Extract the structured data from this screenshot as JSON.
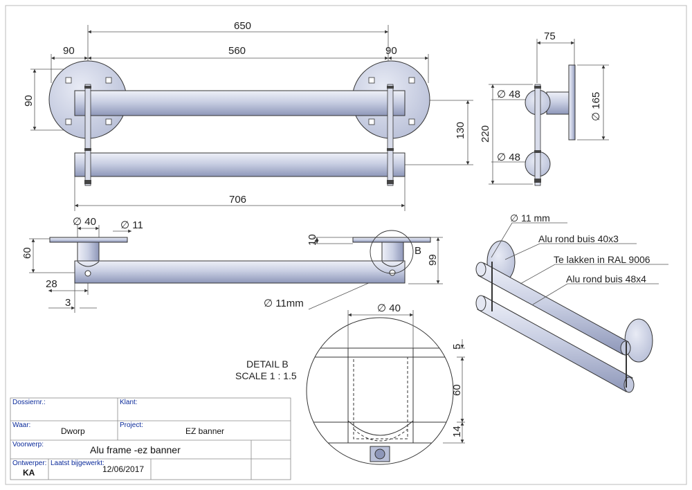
{
  "colors": {
    "line": "#333333",
    "tube": "#c9cfe3",
    "tube_dark": "#9aa3c4",
    "plate": "#d6dbea",
    "label_blue": "#0a2a9a"
  },
  "top_view": {
    "dims": {
      "overall": "650",
      "left_flange": "90",
      "middle": "560",
      "right_flange": "90",
      "flange_height": "90",
      "spacing": "130",
      "tube_length": "706"
    }
  },
  "side_view": {
    "dims": {
      "width": "75",
      "dia_upper": "∅ 48",
      "dia_lower": "∅ 48",
      "height": "220",
      "flange_dia": "∅ 165"
    }
  },
  "front_view": {
    "dims": {
      "pipe_dia": "∅ 40",
      "hole_dia": "∅ 11",
      "height": "60",
      "offset": "28",
      "small": "3",
      "plate_thk": "10",
      "total": "99",
      "callout_hole": "∅ 11mm",
      "detail_marker": "B"
    }
  },
  "iso_view": {
    "labels": {
      "hole": "∅ 11 mm",
      "tube1": "Alu rond buis 40x3",
      "paint": "Te lakken in RAL 9006",
      "tube2": "Alu rond buis 48x4"
    }
  },
  "detail_b": {
    "title": "DETAIL B",
    "scale": "SCALE 1 : 1.5",
    "dims": {
      "dia": "∅ 40",
      "top": "5",
      "mid": "60",
      "bottom": "14"
    }
  },
  "title_block": {
    "dossier_label": "Dossiernr.:",
    "klant_label": "Klant:",
    "waar_label": "Waar:",
    "waar_value": "Dworp",
    "project_label": "Project:",
    "project_value": "EZ banner",
    "voorwerp_label": "Voorwerp:",
    "voorwerp_value": "Alu frame -ez banner",
    "ontwerper_label": "Ontwerper:",
    "ontwerper_value": "KA",
    "bijgewerkt_label": "Laatst bijgewerkt:",
    "bijgewerkt_value": "12/06/2017"
  }
}
